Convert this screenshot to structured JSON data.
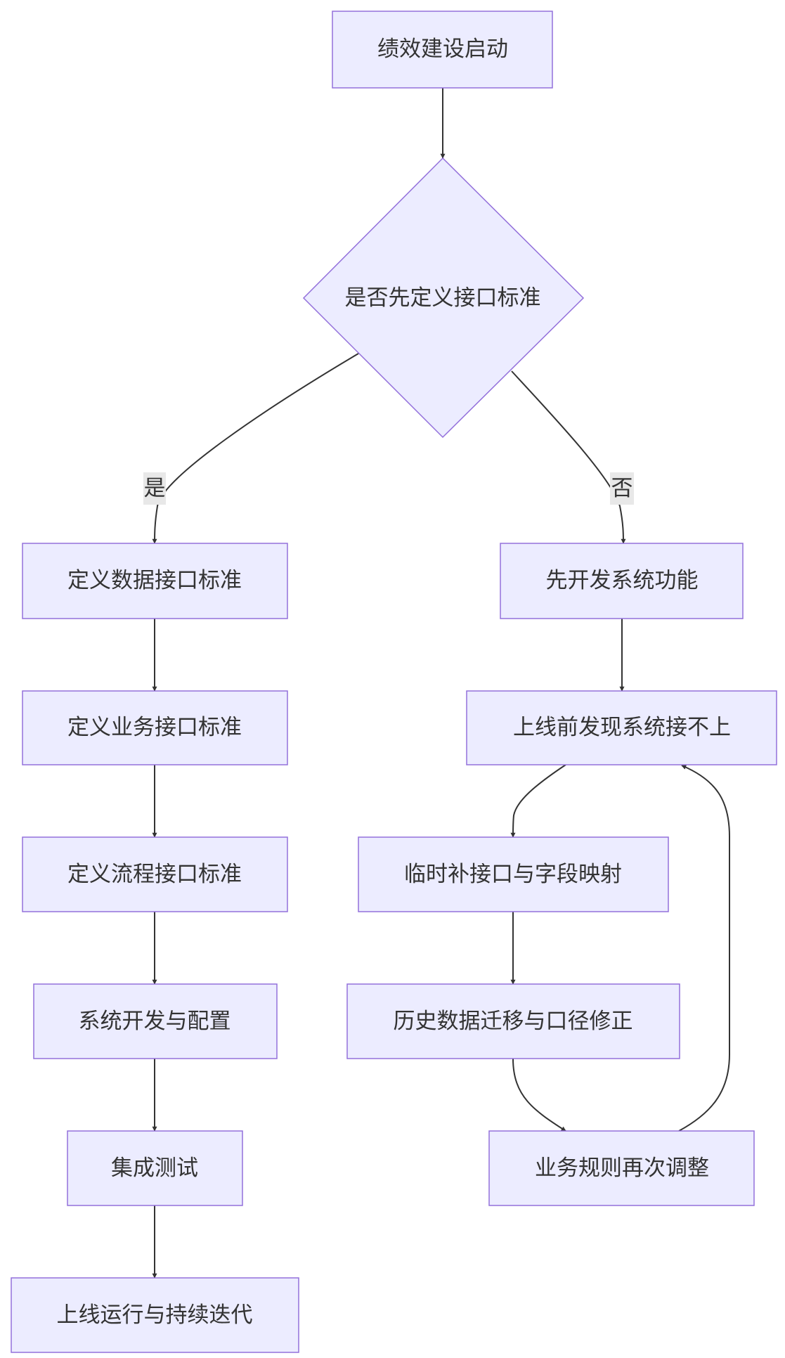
{
  "nodes": {
    "start": "绩效建设启动",
    "decision": "是否先定义接口标准",
    "define_data": "定义数据接口标准",
    "define_business": "定义业务接口标准",
    "define_process": "定义流程接口标准",
    "develop_config": "系统开发与配置",
    "integration_test": "集成测试",
    "go_live_iterate": "上线运行与持续迭代",
    "develop_first": "先开发系统功能",
    "found_incompatible": "上线前发现系统接不上",
    "temp_interface": "临时补接口与字段映射",
    "history_migration": "历史数据迁移与口径修正",
    "rules_adjust": "业务规则再次调整"
  },
  "edges": {
    "yes": "是",
    "no": "否"
  },
  "colors": {
    "node_fill": "#ECECFF",
    "node_stroke": "#9370DB",
    "edge": "#333333",
    "text": "#333333",
    "edge_label_bg": "#E8E8E8"
  }
}
